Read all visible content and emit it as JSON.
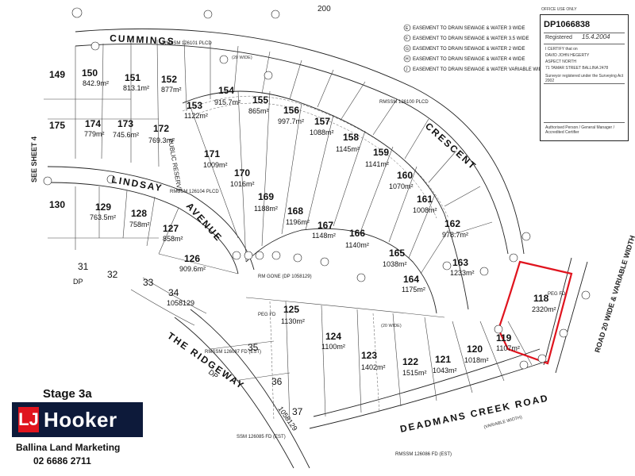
{
  "title_block": {
    "office_use": "OFFICE USE ONLY",
    "dp_number": "DP1066838",
    "registered_label": "Registered",
    "registered_date": "15.4.2004",
    "note_1": "I CERTIFY that on",
    "note_2": "DAVID JOHN HEGERTY",
    "note_3": "ASPECT NORTH",
    "note_4": "71 TAMAR STREET BALLINA 2478",
    "note_5": "Surveyor registered under the Surveying Act 2002",
    "note_6": "Authorised Person / General Manager / Accredited Certifier"
  },
  "legend": [
    {
      "code": "E",
      "text": "EASEMENT TO DRAIN SEWAGE & WATER 3 WIDE"
    },
    {
      "code": "F",
      "text": "EASEMENT TO DRAIN SEWAGE & WATER 3.5 WIDE"
    },
    {
      "code": "G",
      "text": "EASEMENT TO DRAIN SEWAGE & WATER 2 WIDE"
    },
    {
      "code": "H",
      "text": "EASEMENT TO DRAIN SEWAGE & WATER 4 WIDE"
    },
    {
      "code": "J",
      "text": "EASEMENT TO DRAIN SEWAGE & WATER VARIABLE WIDTH"
    }
  ],
  "streets": {
    "cummings": "CUMMINGS",
    "lindsay": "LINDSAY",
    "avenue": "AVENUE",
    "crescent": "CRESCENT",
    "the_ridgeway": "THE RIDGEWAY",
    "deadmans_creek": "DEADMANS CREEK ROAD",
    "road_20": "ROAD 20 WIDE & VARIABLE WIDTH",
    "see_sheet": "SEE SHEET 4",
    "public_reserve": "PUBLIC RESERVE",
    "variable_width": "(VARIABLE WIDTH)",
    "twenty_wide": "(20 WIDE)"
  },
  "marks": {
    "rmssm_126101": "RMSSM 126101 PLCD",
    "rmssm_126104": "RMSSM 126104 PLCD",
    "rmssm_126100": "RMSSM 126100 PLCD",
    "rmssm_126087": "RMSSM 126087 FD (EST)",
    "rmssm_126086": "RMSSM 126086 FD (EST)",
    "ssm_126085": "SSM 126085 FD (EST)",
    "rm_gone": "RM GONE (DP 1058129)",
    "dp_1058129": "1058129",
    "dp_label": "DP",
    "peg_fd": "PEG FD",
    "lot_200": "200"
  },
  "lots": [
    {
      "id": "149",
      "area": ""
    },
    {
      "id": "150",
      "area": "842.9m²"
    },
    {
      "id": "151",
      "area": "813.1m²"
    },
    {
      "id": "152",
      "area": "877m²"
    },
    {
      "id": "153",
      "area": "1122m²"
    },
    {
      "id": "154",
      "area": "915.7m²"
    },
    {
      "id": "155",
      "area": "865m²"
    },
    {
      "id": "156",
      "area": "997.7m²"
    },
    {
      "id": "157",
      "area": "1088m²"
    },
    {
      "id": "158",
      "area": "1145m²"
    },
    {
      "id": "159",
      "area": "1141m²"
    },
    {
      "id": "160",
      "area": "1070m²"
    },
    {
      "id": "161",
      "area": "1008m²"
    },
    {
      "id": "162",
      "area": "978.7m²"
    },
    {
      "id": "163",
      "area": "1233m²"
    },
    {
      "id": "164",
      "area": "1175m²"
    },
    {
      "id": "165",
      "area": "1038m²"
    },
    {
      "id": "166",
      "area": "1140m²"
    },
    {
      "id": "167",
      "area": "1148m²"
    },
    {
      "id": "168",
      "area": "1196m²"
    },
    {
      "id": "169",
      "area": "1188m²"
    },
    {
      "id": "170",
      "area": "1016m²"
    },
    {
      "id": "171",
      "area": "1009m²"
    },
    {
      "id": "172",
      "area": "769.3m²"
    },
    {
      "id": "173",
      "area": "745.6m²"
    },
    {
      "id": "174",
      "area": "779m²"
    },
    {
      "id": "175",
      "area": ""
    },
    {
      "id": "130",
      "area": ""
    },
    {
      "id": "129",
      "area": "763.5m²"
    },
    {
      "id": "128",
      "area": "758m²"
    },
    {
      "id": "127",
      "area": "858m²"
    },
    {
      "id": "126",
      "area": "909.6m²"
    },
    {
      "id": "125",
      "area": "1130m²"
    },
    {
      "id": "124",
      "area": "1100m²"
    },
    {
      "id": "123",
      "area": "1402m²"
    },
    {
      "id": "122",
      "area": "1515m²"
    },
    {
      "id": "121",
      "area": "1043m²"
    },
    {
      "id": "120",
      "area": "1018m²"
    },
    {
      "id": "119",
      "area": "1107m²"
    },
    {
      "id": "118",
      "area": "2320m²"
    },
    {
      "id": "31",
      "area": ""
    },
    {
      "id": "32",
      "area": ""
    },
    {
      "id": "33",
      "area": ""
    },
    {
      "id": "34",
      "area": ""
    },
    {
      "id": "35",
      "area": ""
    },
    {
      "id": "36",
      "area": ""
    },
    {
      "id": "37",
      "area": ""
    }
  ],
  "highlight_color": "#e0141e",
  "branding": {
    "stage": "Stage 3a",
    "logo_mark": "LJ",
    "logo_word": "Hooker",
    "marketing": "Ballina Land Marketing",
    "phone": "02 6686 2711",
    "brand_color": "#0d1a3a",
    "accent_color": "#e0141e"
  }
}
